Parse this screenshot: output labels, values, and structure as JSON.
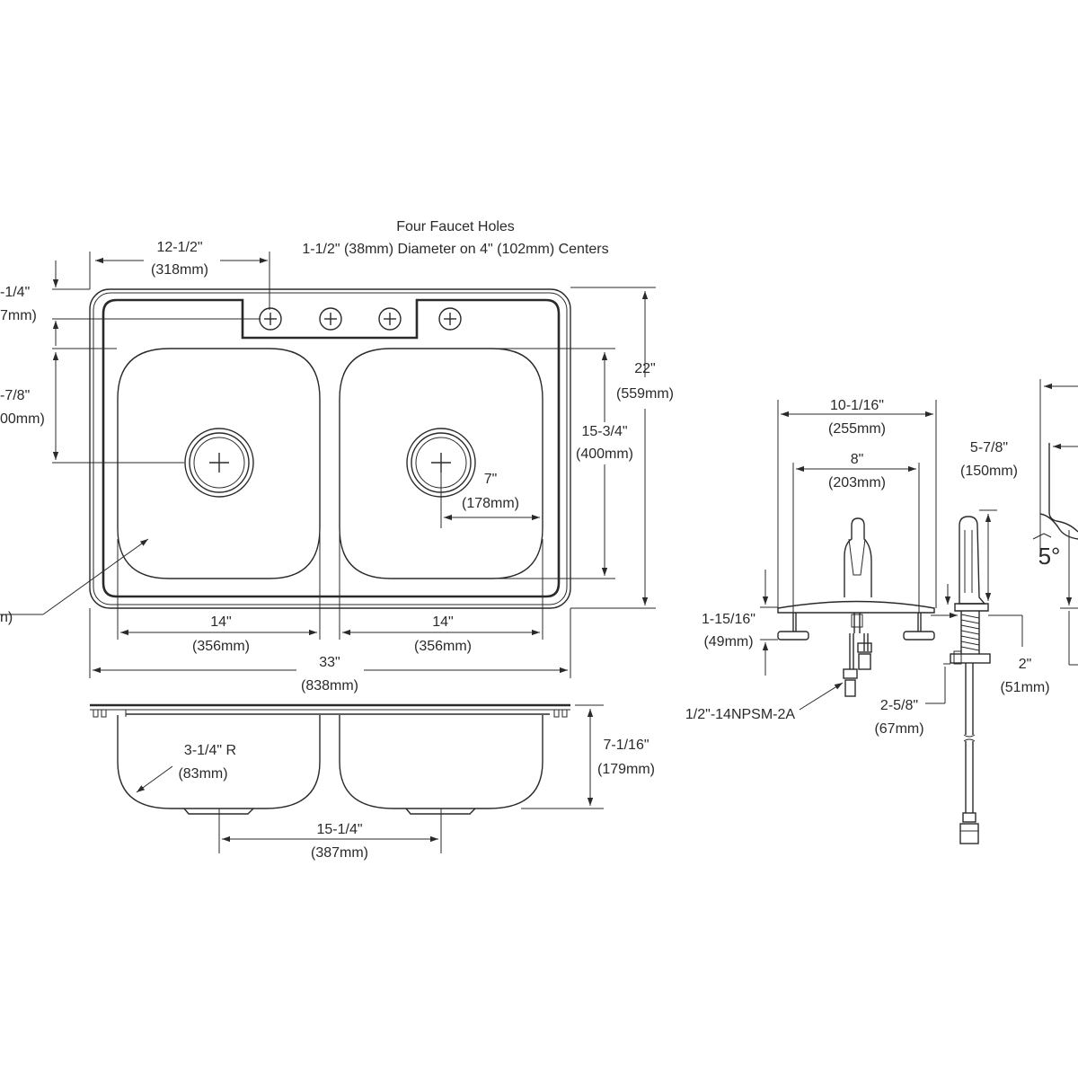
{
  "top_view": {
    "faucet_holes_title": "Four Faucet Holes",
    "faucet_holes_spec": "1-1/2\" (38mm) Diameter on 4\" (102mm) Centers",
    "dim_12_1_2": "12-1/2\"",
    "dim_12_1_2_mm": "(318mm)",
    "dim_1_1_4_partial": "-1/4\"",
    "dim_1_1_4_mm_partial": "7mm)",
    "dim_7_7_8_partial": "-7/8\"",
    "dim_7_7_8_mm_partial": "00mm)",
    "drain_leader_partial": "n)",
    "dim_22": "22\"",
    "dim_22_mm": "(559mm)",
    "dim_15_3_4": "15-3/4\"",
    "dim_15_3_4_mm": "(400mm)",
    "dim_7": "7\"",
    "dim_7_mm": "(178mm)",
    "dim_14_left": "14\"",
    "dim_14_left_mm": "(356mm)",
    "dim_14_right": "14\"",
    "dim_14_right_mm": "(356mm)",
    "dim_33": "33\"",
    "dim_33_mm": "(838mm)"
  },
  "section_view": {
    "dim_radius": "3-1/4\" R",
    "dim_radius_mm": "(83mm)",
    "dim_7_1_16": "7-1/16\"",
    "dim_7_1_16_mm": "(179mm)",
    "dim_15_1_4": "15-1/4\"",
    "dim_15_1_4_mm": "(387mm)"
  },
  "faucet_view": {
    "dim_10_1_16": "10-1/16\"",
    "dim_10_1_16_mm": "(255mm)",
    "dim_8": "8\"",
    "dim_8_mm": "(203mm)",
    "dim_5_7_8": "5-7/8\"",
    "dim_5_7_8_mm": "(150mm)",
    "dim_1_15_16": "1-15/16\"",
    "dim_1_15_16_mm": "(49mm)",
    "thread_spec": "1/2\"-14NPSM-2A",
    "dim_2_5_8": "2-5/8\"",
    "dim_2_5_8_mm": "(67mm)",
    "dim_2": "2\"",
    "dim_2_mm": "(51mm)",
    "angle": "5°"
  }
}
